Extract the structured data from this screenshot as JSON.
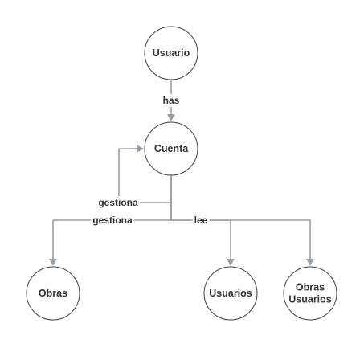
{
  "colors": {
    "connector": "#9aa0a6",
    "node_border": "#3f3f3f",
    "text": "#333333",
    "background": "#ffffff"
  },
  "nodes": [
    {
      "id": "usuario",
      "lines": [
        "Usuario"
      ]
    },
    {
      "id": "cuenta",
      "lines": [
        "Cuenta"
      ]
    },
    {
      "id": "obras",
      "lines": [
        "Obras"
      ]
    },
    {
      "id": "usuarios",
      "lines": [
        "Usuarios"
      ]
    },
    {
      "id": "obras-usuarios",
      "lines": [
        "Obras",
        "Usuarios"
      ]
    }
  ],
  "edges": [
    {
      "id": "usuario-has-cuenta",
      "from": "usuario",
      "to": "cuenta",
      "label": "has"
    },
    {
      "id": "cuenta-gestiona-cuenta",
      "from": "cuenta",
      "to": "cuenta",
      "label": "gestiona"
    },
    {
      "id": "cuenta-gestiona-obras",
      "from": "cuenta",
      "to": "obras",
      "label": "gestiona"
    },
    {
      "id": "cuenta-lee-usuarios",
      "from": "cuenta",
      "to": "usuarios",
      "label": "lee"
    },
    {
      "id": "cuenta-lee-obras-usuarios",
      "from": "cuenta",
      "to": "obras-usuarios",
      "label": ""
    }
  ]
}
